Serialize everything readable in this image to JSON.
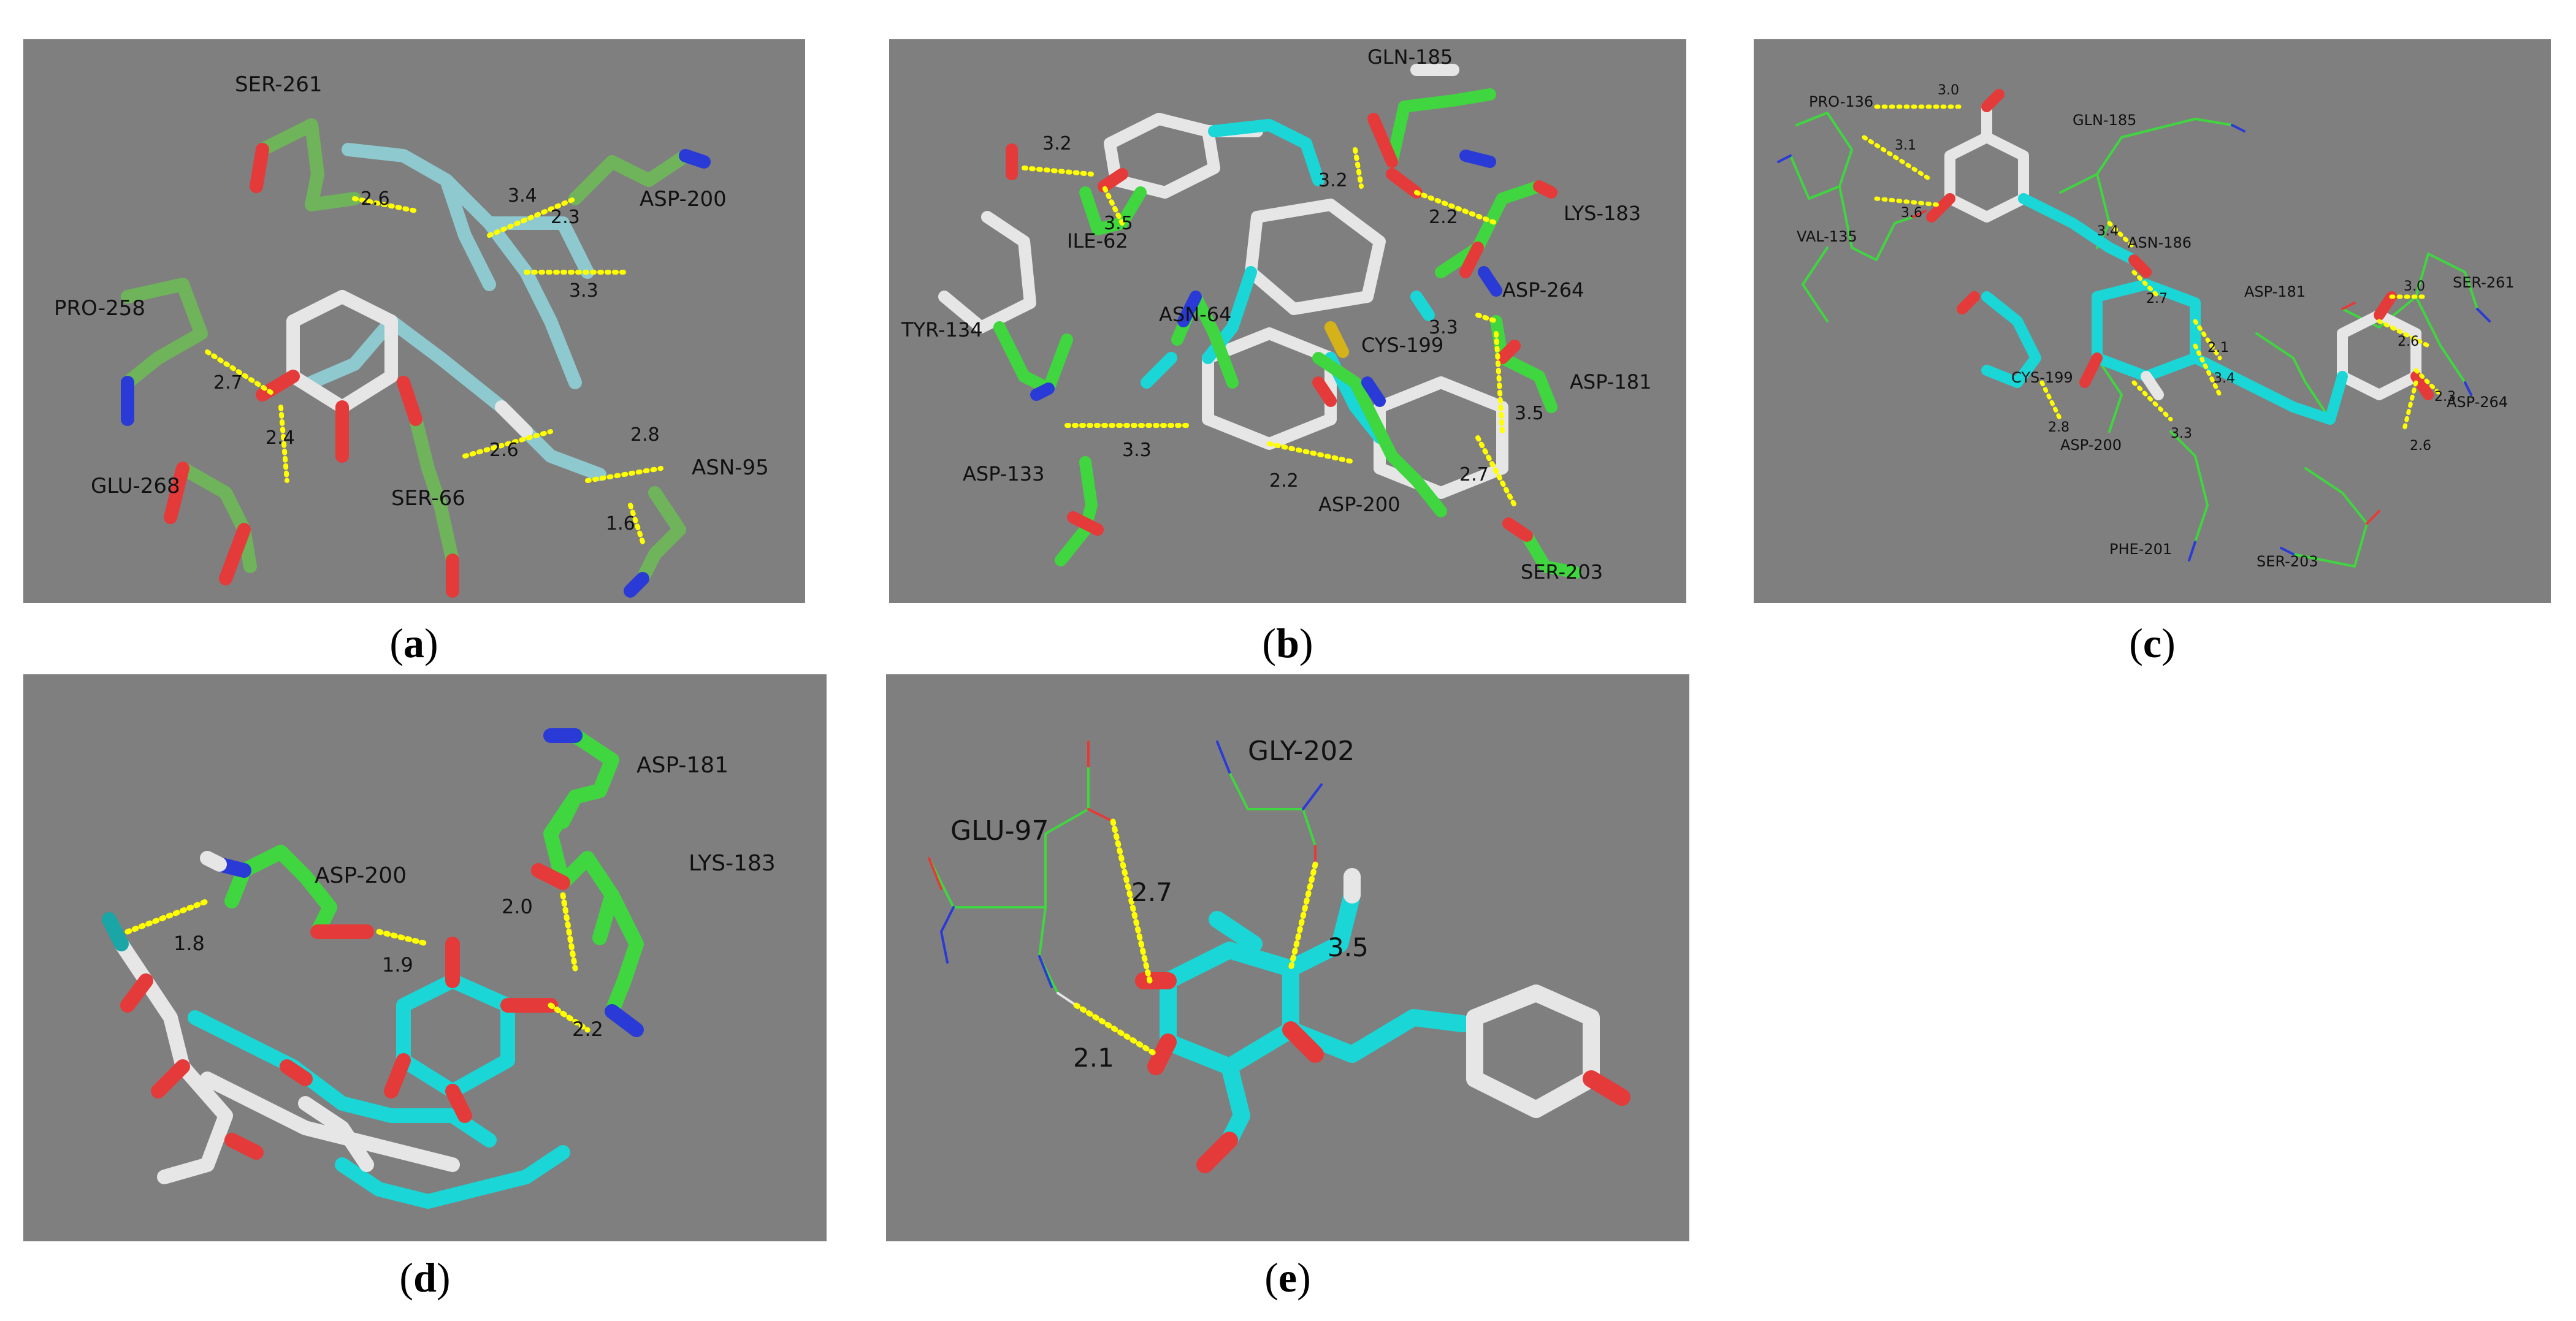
{
  "panels": [
    {
      "id": "a",
      "caption": "a",
      "residues": [
        "SER-261",
        "ASP-200",
        "PRO-258",
        "GLU-268",
        "SER-66",
        "ASN-95"
      ],
      "distances": [
        "2.6",
        "3.4",
        "2.3",
        "3.3",
        "2.7",
        "2.4",
        "2.6",
        "2.8",
        "1.6"
      ]
    },
    {
      "id": "b",
      "caption": "b",
      "residues": [
        "GLN-185",
        "LYS-183",
        "ILE-62",
        "TYR-134",
        "ASN-64",
        "CYS-199",
        "ASP-264",
        "ASP-181",
        "ASP-133",
        "ASP-200",
        "SER-203"
      ],
      "distances": [
        "3.2",
        "3.5",
        "3.2",
        "2.2",
        "3.3",
        "3.5",
        "3.3",
        "2.2",
        "2.7"
      ]
    },
    {
      "id": "c",
      "caption": "c",
      "residues": [
        "PRO-136",
        "GLN-185",
        "VAL-135",
        "ASN-186",
        "ASP-181",
        "SER-261",
        "CYS-199",
        "ASP-264",
        "ASP-200",
        "PHE-201",
        "SER-203"
      ],
      "distances": [
        "3.0",
        "3.1",
        "3.6",
        "3.4",
        "2.7",
        "2.1",
        "3.4",
        "3.0",
        "2.6",
        "2.3",
        "2.6",
        "2.8",
        "3.3"
      ]
    },
    {
      "id": "d",
      "caption": "d",
      "residues": [
        "ASP-181",
        "LYS-183",
        "ASP-200"
      ],
      "distances": [
        "1.8",
        "1.9",
        "2.0",
        "2.2"
      ]
    },
    {
      "id": "e",
      "caption": "e",
      "residues": [
        "GLY-202",
        "GLU-97"
      ],
      "distances": [
        "2.7",
        "3.5",
        "2.1"
      ]
    }
  ],
  "colors": {
    "panel_background": "#7f7f7f",
    "hbond": "#ffff00",
    "carbon_green": "#3fd63f",
    "carbon_pale_green": "#6fb45a",
    "carbon_cyan": "#1ad6d6",
    "carbon_white": "#e6e6e6",
    "oxygen": "#e53a3a",
    "nitrogen": "#2a3ad6",
    "sulfur": "#d6b21a"
  }
}
